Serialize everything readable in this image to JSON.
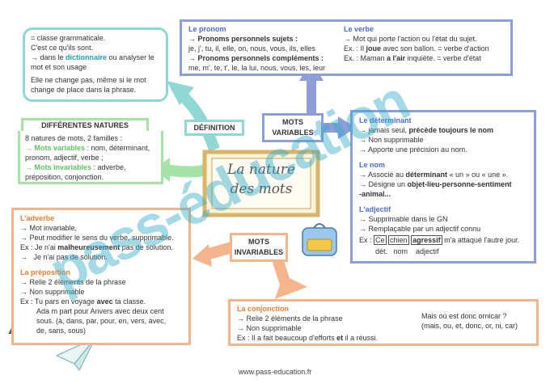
{
  "center": {
    "line1": "La nature",
    "line2": "des mots"
  },
  "definition": {
    "label": "DÉFINITION",
    "l1": "= classe grammaticale.",
    "l2": "C'est ce qu'ils sont.",
    "l3_pre": "→ dans le ",
    "l3_key": "dictionnaire",
    "l3_post": " ou analyser le",
    "l4": "mot et son usage",
    "l5": "Elle ne change pas, même si le mot",
    "l6": "change de place dans la phrase."
  },
  "natures": {
    "title": "DIFFÉRENTES NATURES",
    "l1": "8 natures de mots, 2 familles :",
    "l2_key": "→ Mots variables",
    "l2_rest": " : nom, déterminant,",
    "l3": "pronom, adjectif, verbe ;",
    "l4_key": "→ Mots invariables",
    "l4_rest": " : adverbe,",
    "l5": "préposition, conjonction."
  },
  "pronom": {
    "title": "Le pronom",
    "h1": "→ Pronoms personnels sujets :",
    "l1": "je, j', tu, il, elle, on, nous, vous, ils, elles",
    "h2": "→ Pronoms personnels compléments :",
    "l2": "me, m', te, t', le, la lui, nous, vous, les, leur"
  },
  "verbe": {
    "title": "Le verbe",
    "l1": "→ Mot qui porte l'action ou l'état du sujet.",
    "l2_pre": "Ex. : Il ",
    "l2_key": "joue",
    "l2_post": " avec son ballon. = verbe d'action",
    "l3_pre": "Ex. : Maman ",
    "l3_key": "a l'air",
    "l3_post": " inquiète. = verbe d'état"
  },
  "mots_variables": {
    "line1": "MOTS",
    "line2": "VARIABLES"
  },
  "mots_invariables": {
    "line1": "MOTS",
    "line2": "INVARIABLES"
  },
  "determinant": {
    "title": "Le déterminant",
    "l1_pre": "→ jamais seul, ",
    "l1_key": "précède toujours le nom",
    "l2": "→ Non supprimable",
    "l3": "→ Apporte une précision au nom."
  },
  "nom": {
    "title": "Le nom",
    "l1_pre": "→ Associé au ",
    "l1_key": "déterminant",
    "l1_post": " « un » ou « une ».",
    "l2_pre": "→ Désigne un ",
    "l2_key": "objet-lieu-personne-sentiment",
    "l3_key": "-animal..."
  },
  "adjectif": {
    "title": "L'adjectif",
    "l1": "→ Supprimable dans le GN",
    "l2": "→ Remplaçable par un adjectif connu",
    "ex_pre": "Ex : ",
    "ex_w1": "Ce",
    "ex_w2": "chien",
    "ex_w3": "agressif",
    "ex_post": " m'a attaqué l'autre jour.",
    "tags": "dét.   nom    adjectif"
  },
  "adverbe": {
    "title": "L'adverbe",
    "l1": "→ Mot invariable,",
    "l2": "→ Peut modifier le sens du verbe, supprimable.",
    "l3_pre": "Ex : Je n'ai ",
    "l3_key": "malheureusement",
    "l3_post": " pas de solution.",
    "l4": "→   Je n'ai pas de solution."
  },
  "preposition": {
    "title": "La préposition",
    "l1": "→ Relie 2 éléments de la phrase",
    "l2": "→ Non supprimable",
    "l3_pre": "Ex : Tu pars en voyage ",
    "l3_key": "avec",
    "l3_post": " ta classe.",
    "l4": "Ada m part pour Anvers avec deux cent",
    "l5": "sous. (à, dans, par, pour, en, vers, avec,",
    "l6": "de, sans, sous)"
  },
  "conjonction": {
    "title": "La conjonction",
    "l1": "→ Relie 2 éléments de la phrase",
    "l2": "→ Non supprimable",
    "l3_pre": "Ex : Il a fait beaucoup d'efforts ",
    "l3_key": "et",
    "l3_post": " il a réussi.",
    "m1": "Mais où est donc ornicar ?",
    "m2": "(mais, ou, et, donc, or, ni, car)"
  },
  "footer": "www.pass-education.fr",
  "watermark": "pass-éducation",
  "colors": {
    "teal": "#8fd8d4",
    "green": "#a6e3a8",
    "blue": "#8f9dd8",
    "orange": "#f6b48c",
    "watermark": "#35aac8"
  }
}
